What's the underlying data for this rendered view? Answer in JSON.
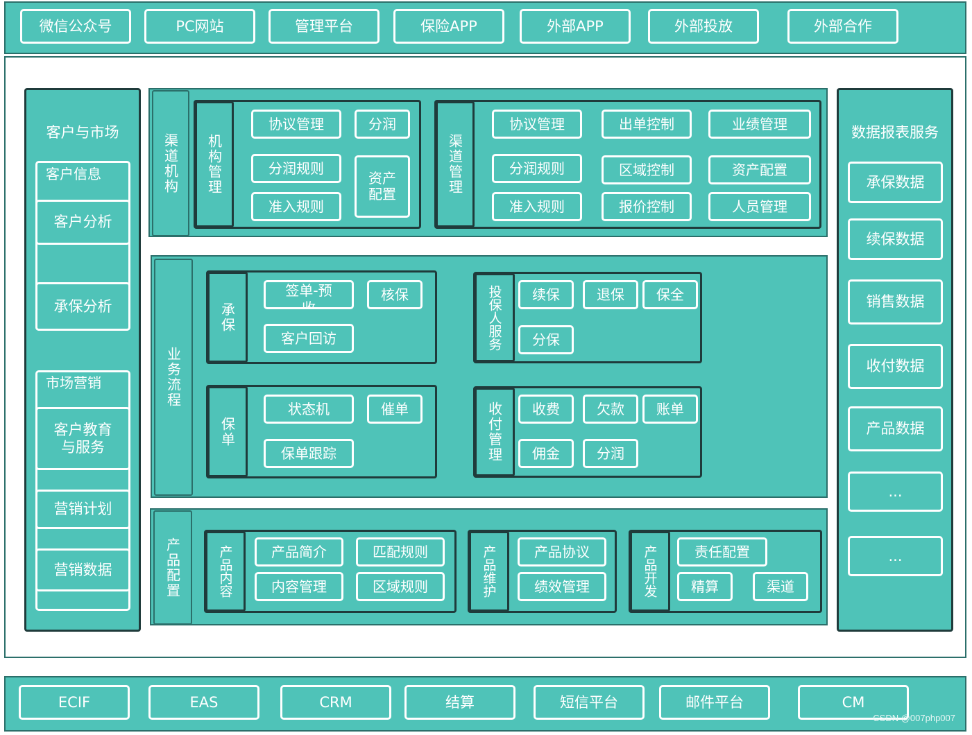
{
  "top_channels": [
    "微信公众号",
    "PC网站",
    "管理平台",
    "保险APP",
    "外部APP",
    "外部投放",
    "外部合作"
  ],
  "left": {
    "title": "客户与市场",
    "group1": {
      "head": "客户信息",
      "items": [
        "客户分析",
        "承保分析"
      ]
    },
    "group2": {
      "head": "市场营销",
      "items": [
        "客户教育\n与服务",
        "营销计划",
        "营销数据"
      ]
    }
  },
  "channel": {
    "label": "渠道机构",
    "org": {
      "label": "机构管理",
      "items": [
        "协议管理",
        "分润",
        "分润规则",
        "资产\n配置",
        "准入规则"
      ]
    },
    "mgmt": {
      "label": "渠道管理",
      "items": [
        "协议管理",
        "出单控制",
        "业绩管理",
        "分润规则",
        "区域控制",
        "资产配置",
        "准入规则",
        "报价控制",
        "人员管理"
      ]
    }
  },
  "business": {
    "label": "业务流程",
    "underwrite": {
      "label": "承保",
      "items": [
        "签单-预\n收",
        "核保",
        "客户回访"
      ]
    },
    "policy": {
      "label": "保单",
      "items": [
        "状态机",
        "催单",
        "保单跟踪"
      ]
    },
    "holder": {
      "label": "投保人服务",
      "items": [
        "续保",
        "退保",
        "保全",
        "分保"
      ]
    },
    "payment": {
      "label": "收付管理",
      "items": [
        "收费",
        "欠款",
        "账单",
        "佣金",
        "分润"
      ]
    }
  },
  "product": {
    "label": "产品配置",
    "content": {
      "label": "产品内容",
      "items": [
        "产品简介",
        "匹配规则",
        "内容管理",
        "区域规则"
      ]
    },
    "maintain": {
      "label": "产品维护",
      "items": [
        "产品协议",
        "绩效管理"
      ]
    },
    "develop": {
      "label": "产品开发",
      "items": [
        "责任配置",
        "精算",
        "渠道"
      ]
    }
  },
  "right": {
    "title": "数据报表服务",
    "items": [
      "承保数据",
      "续保数据",
      "销售数据",
      "收付数据",
      "产品数据",
      "...",
      "..."
    ]
  },
  "bottom_systems": [
    "ECIF",
    "EAS",
    "CRM",
    "结算",
    "短信平台",
    "邮件平台",
    "CM"
  ],
  "watermark": "CSDN @007php007",
  "colors": {
    "teal": "#4fc3b8",
    "dark_border": "#1f3b3b",
    "white": "#ffffff"
  }
}
